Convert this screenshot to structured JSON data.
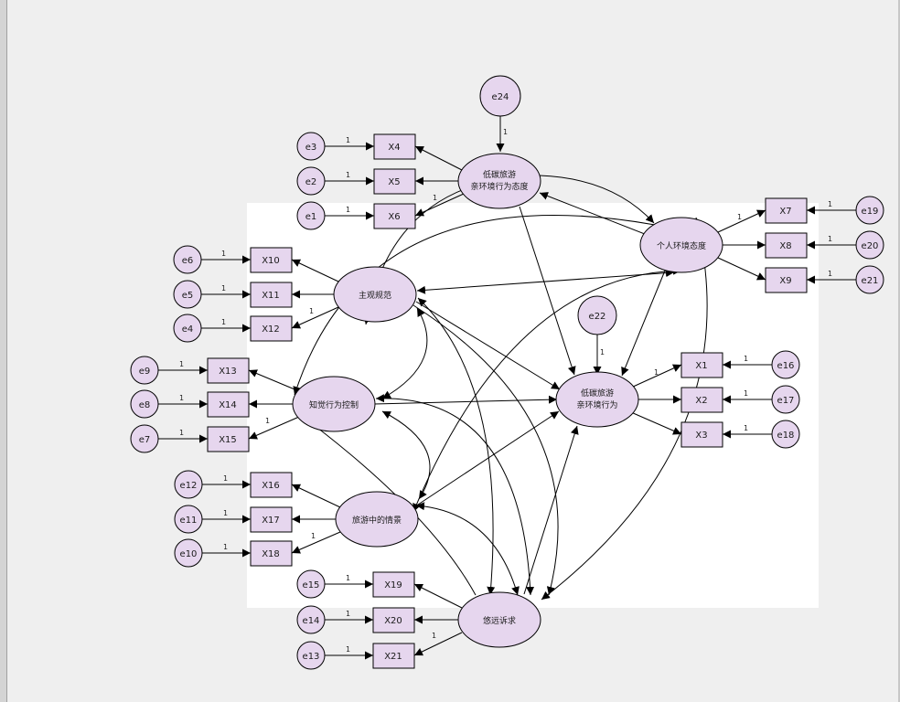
{
  "latents": {
    "att": {
      "line1": "低碳旅游",
      "line2": "亲环境行为态度"
    },
    "pers": {
      "line1": "个人环境态度"
    },
    "sn": {
      "line1": "主观规范"
    },
    "pbc": {
      "line1": "知觉行为控制"
    },
    "beh": {
      "line1": "低碳旅游",
      "line2": "亲环境行为"
    },
    "sit": {
      "line1": "旅游中的情景"
    },
    "app": {
      "line1": "悠远诉求"
    }
  },
  "indicators": {
    "X1": "X1",
    "X2": "X2",
    "X3": "X3",
    "X4": "X4",
    "X5": "X5",
    "X6": "X6",
    "X7": "X7",
    "X8": "X8",
    "X9": "X9",
    "X10": "X10",
    "X11": "X11",
    "X12": "X12",
    "X13": "X13",
    "X14": "X14",
    "X15": "X15",
    "X16": "X16",
    "X17": "X17",
    "X18": "X18",
    "X19": "X19",
    "X20": "X20",
    "X21": "X21"
  },
  "errors": {
    "e1": "e1",
    "e2": "e2",
    "e3": "e3",
    "e4": "e4",
    "e5": "e5",
    "e6": "e6",
    "e7": "e7",
    "e8": "e8",
    "e9": "e9",
    "e10": "e10",
    "e11": "e11",
    "e12": "e12",
    "e13": "e13",
    "e14": "e14",
    "e15": "e15",
    "e16": "e16",
    "e17": "e17",
    "e18": "e18",
    "e19": "e19",
    "e20": "e20",
    "e21": "e21",
    "e22": "e22",
    "e24": "e24"
  },
  "path_weight": "1",
  "colors": {
    "node_fill": "#e6d6ee",
    "canvas": "#ffffff",
    "background": "#efefef"
  }
}
